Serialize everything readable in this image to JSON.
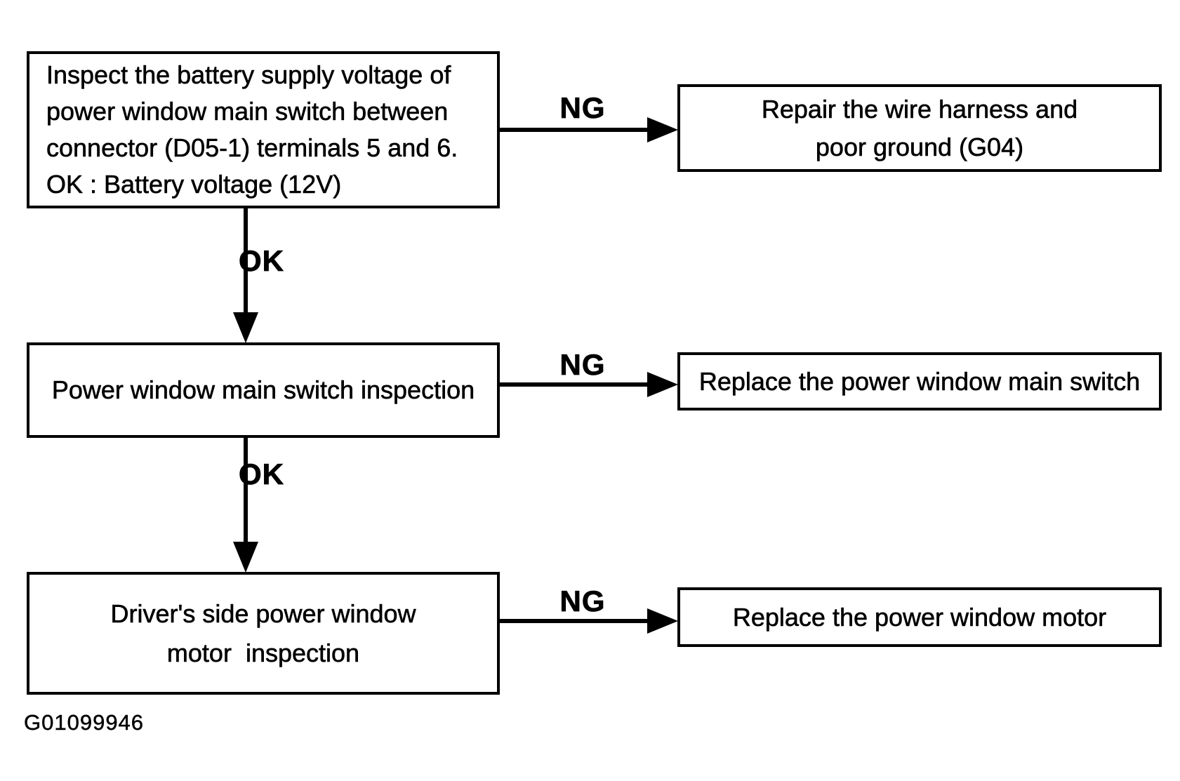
{
  "figure_id": "G01099946",
  "colors": {
    "ink": "#000000",
    "paper": "#ffffff"
  },
  "nodes": {
    "step1": {
      "lines": [
        "Inspect the battery supply voltage of",
        "power window main switch between",
        "connector (D05-1) terminals 5 and 6.",
        "OK : Battery voltage (12V)"
      ]
    },
    "repair1": {
      "lines": [
        "Repair the wire harness and",
        "poor ground (G04)"
      ]
    },
    "step2": {
      "lines": [
        "Power window main switch inspection"
      ]
    },
    "repair2": {
      "lines": [
        "Replace the power window main switch"
      ]
    },
    "step3": {
      "lines": [
        "Driver's side power window",
        "motor  inspection"
      ]
    },
    "repair3": {
      "lines": [
        "Replace the power window motor"
      ]
    }
  },
  "edge_labels": {
    "ng1": "NG",
    "ng2": "NG",
    "ng3": "NG",
    "ok1": "OK",
    "ok2": "OK"
  }
}
